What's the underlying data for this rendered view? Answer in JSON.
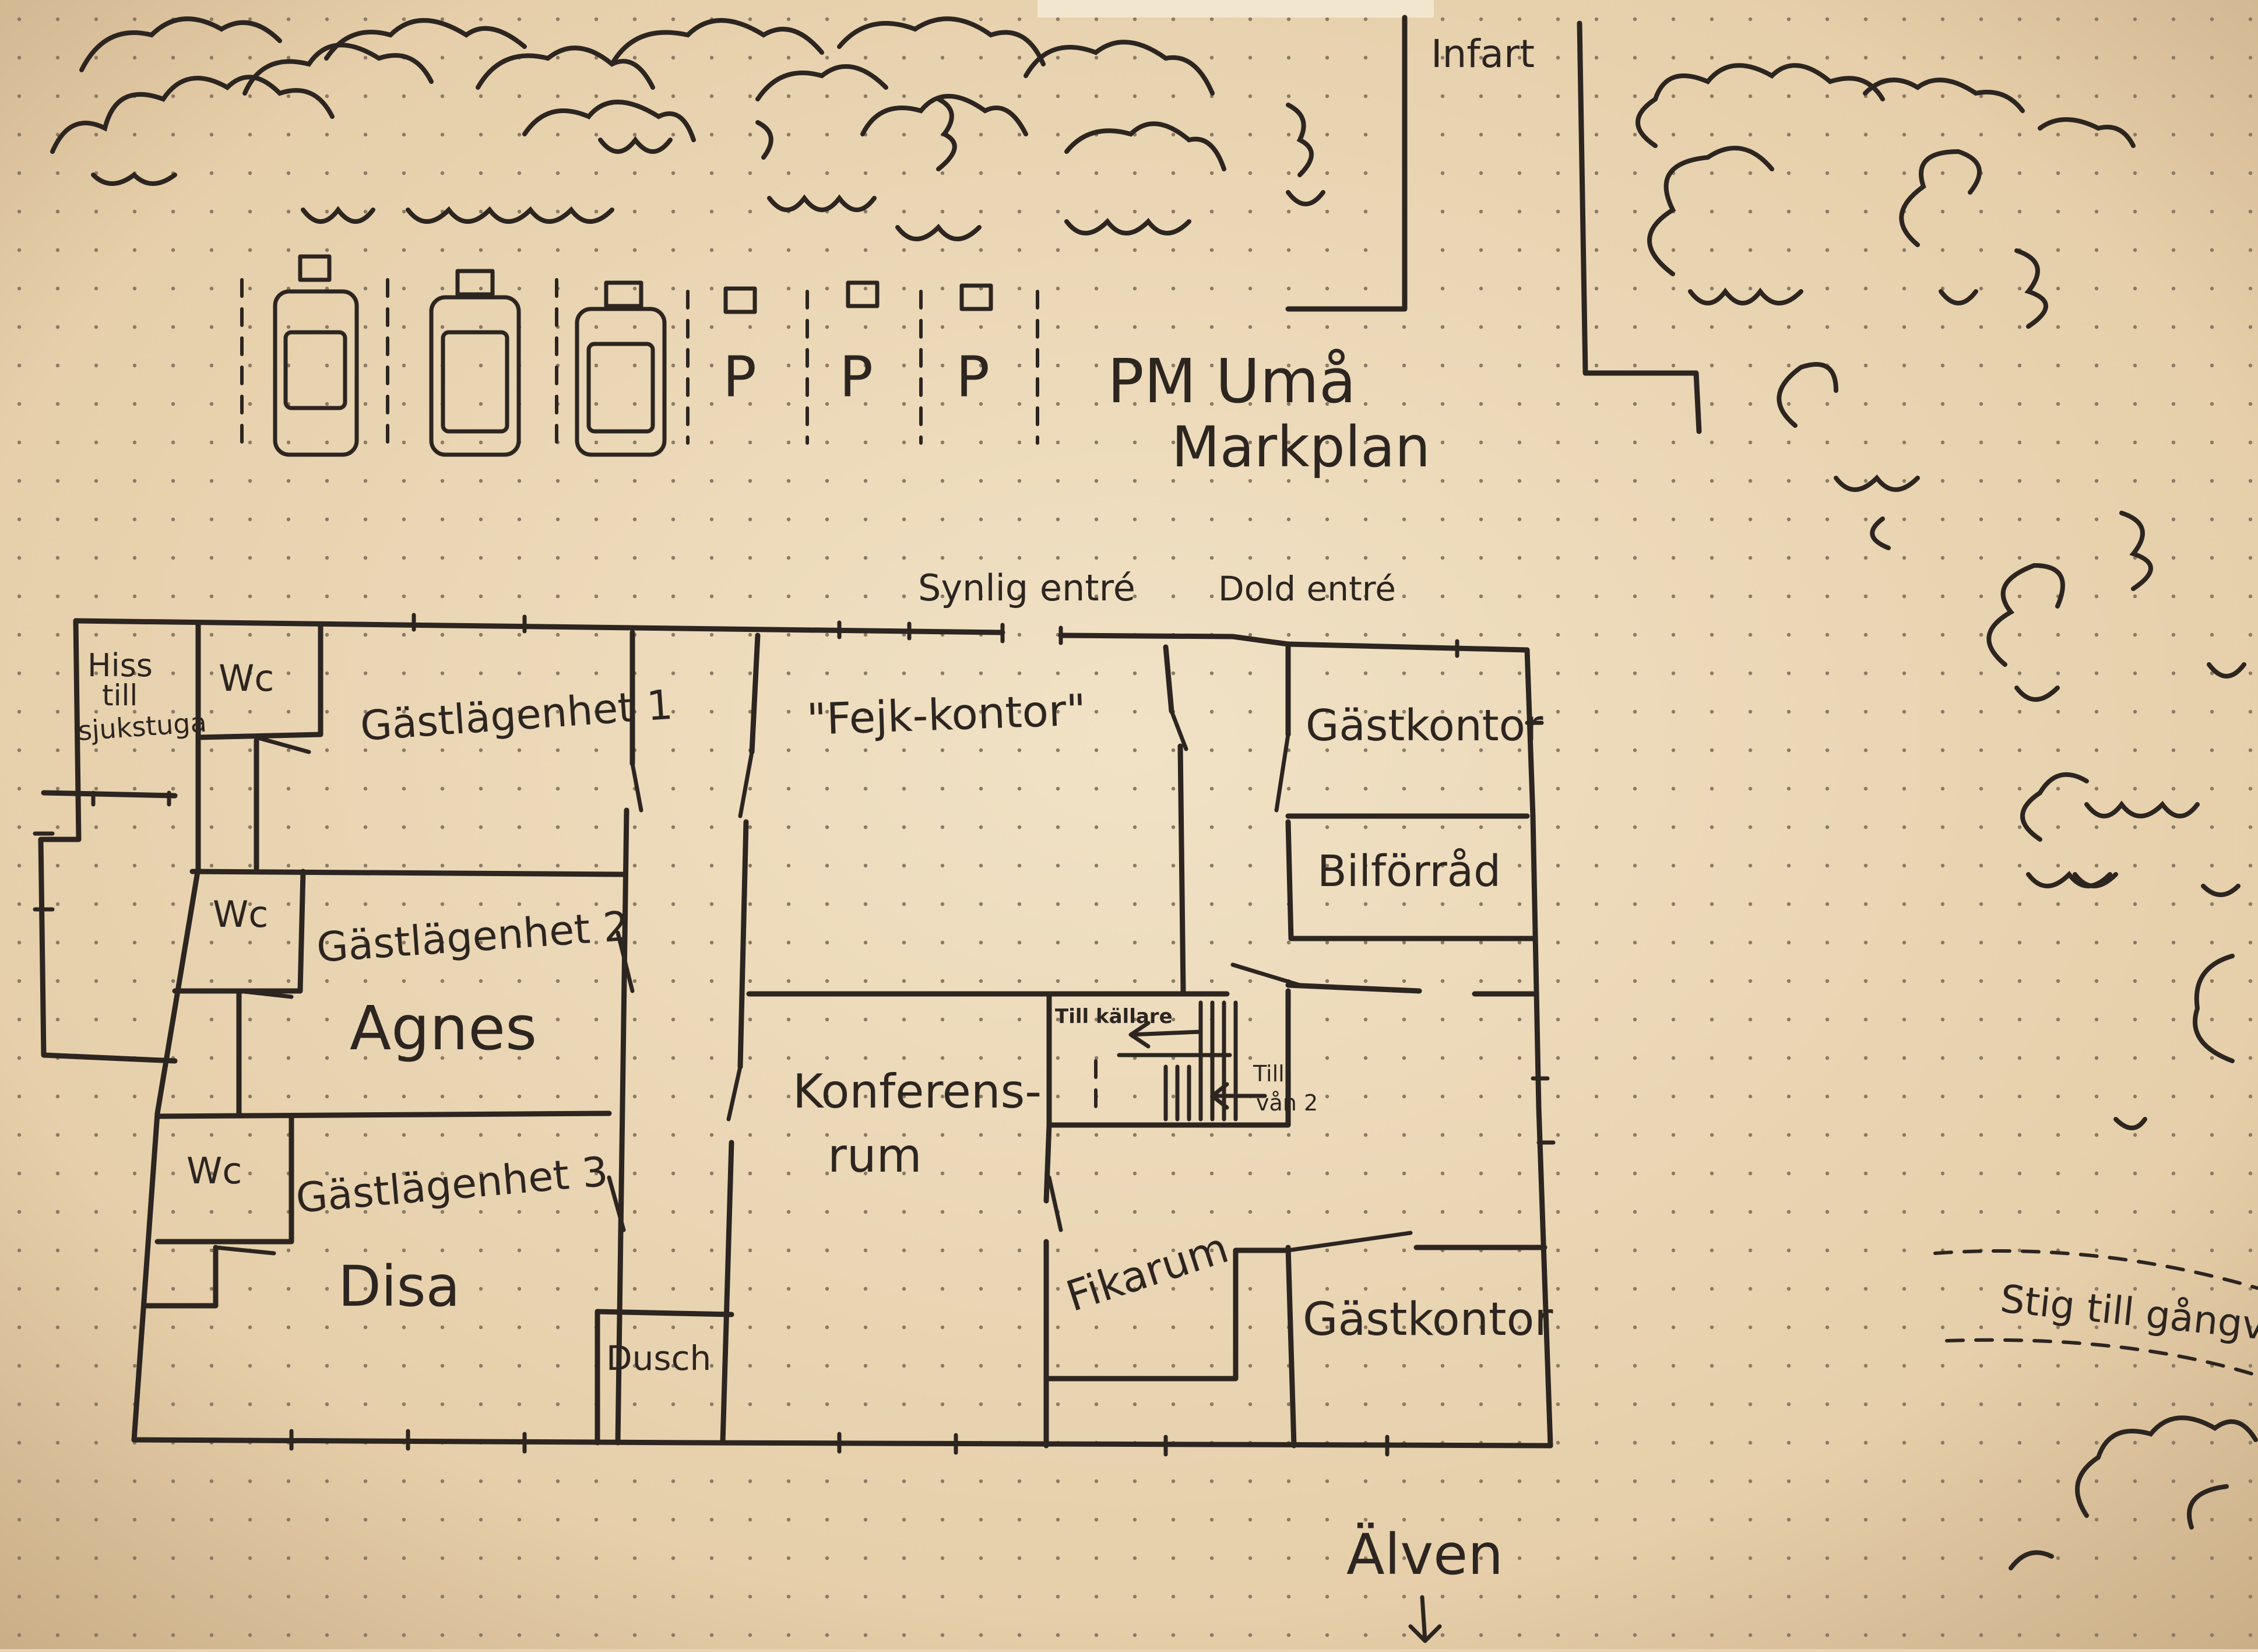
{
  "plan": {
    "title_line1": "PM Umå",
    "title_line2": "Markplan",
    "driveway_label": "Infart",
    "river_label": "Älven",
    "path_label": "Stig till gångv",
    "visible_entrance_label": "Synlig entré",
    "hidden_entrance_label": "Dold entré",
    "parking_mark": "P"
  },
  "rooms": {
    "elevator": [
      "Hiss",
      "till",
      "sjukstuga"
    ],
    "wc1": "Wc",
    "wc2": "Wc",
    "wc3": "Wc",
    "guest_apartment_1": "Gästlägenhet 1",
    "guest_apartment_2": "Gästlägenhet 2",
    "guest_apartment_2_name": "Agnes",
    "guest_apartment_3": "Gästlägenhet 3",
    "guest_apartment_3_name": "Disa",
    "fake_office": "\"Fejk-kontor\"",
    "guest_office_1": "Gästkontor",
    "car_storage": "Bilförråd",
    "conference_line1": "Konferens-",
    "conference_line2": "rum",
    "shower": "Dusch",
    "coffee_room": "Fikarum",
    "guest_office_2": "Gästkontor",
    "stairs_to_basement": "Till källare",
    "stairs_to_floor2": [
      "Till",
      "vån 2"
    ]
  },
  "colors": {
    "paper": "#e8d4b4",
    "ink": "#2c2520"
  }
}
